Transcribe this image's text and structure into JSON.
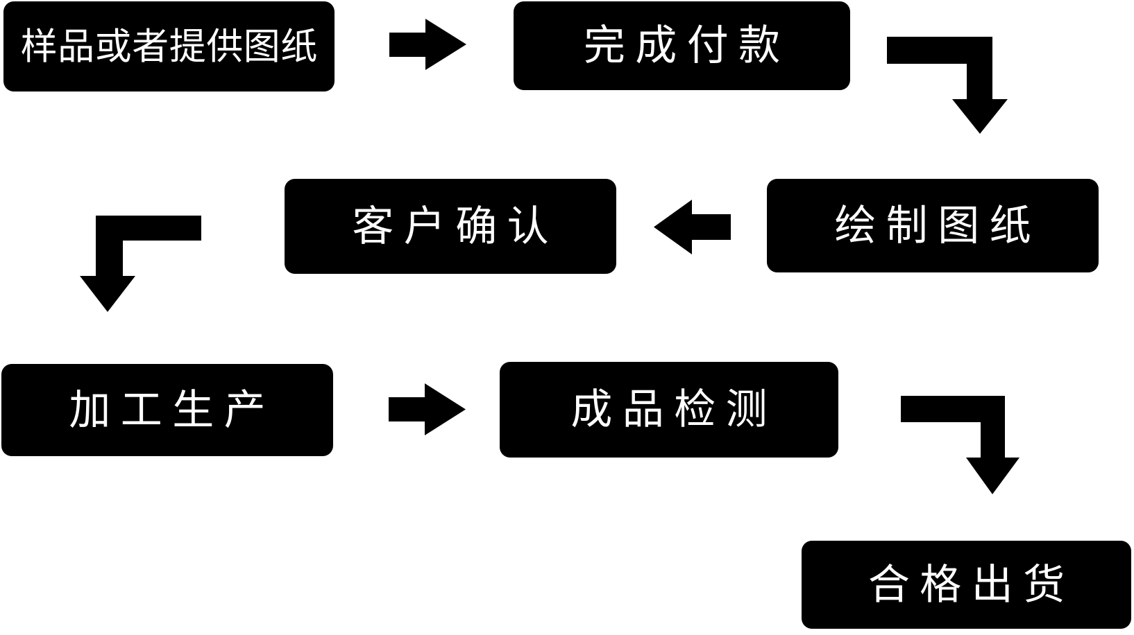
{
  "diagram": {
    "type": "flowchart",
    "background_color": "#ffffff",
    "node_fill_color": "#000000",
    "node_text_color": "#ffffff",
    "arrow_color": "#000000",
    "nodes": [
      {
        "id": "sample",
        "label": "样品或者提供图纸"
      },
      {
        "id": "payment",
        "label": "完成付款"
      },
      {
        "id": "drawing",
        "label": "绘制图纸"
      },
      {
        "id": "confirm",
        "label": "客户确认"
      },
      {
        "id": "production",
        "label": "加工生产"
      },
      {
        "id": "inspection",
        "label": "成品检测"
      },
      {
        "id": "shipment",
        "label": "合格出货"
      }
    ],
    "edges": [
      {
        "from": "样品或者提供图纸",
        "to": "完成付款",
        "arrow": "right"
      },
      {
        "from": "完成付款",
        "to": "绘制图纸",
        "arrow": "elbow-right-down"
      },
      {
        "from": "绘制图纸",
        "to": "客户确认",
        "arrow": "left"
      },
      {
        "from": "客户确认",
        "to": "加工生产",
        "arrow": "elbow-left-down"
      },
      {
        "from": "加工生产",
        "to": "成品检测",
        "arrow": "right"
      },
      {
        "from": "成品检测",
        "to": "合格出货",
        "arrow": "elbow-right-down"
      }
    ]
  }
}
